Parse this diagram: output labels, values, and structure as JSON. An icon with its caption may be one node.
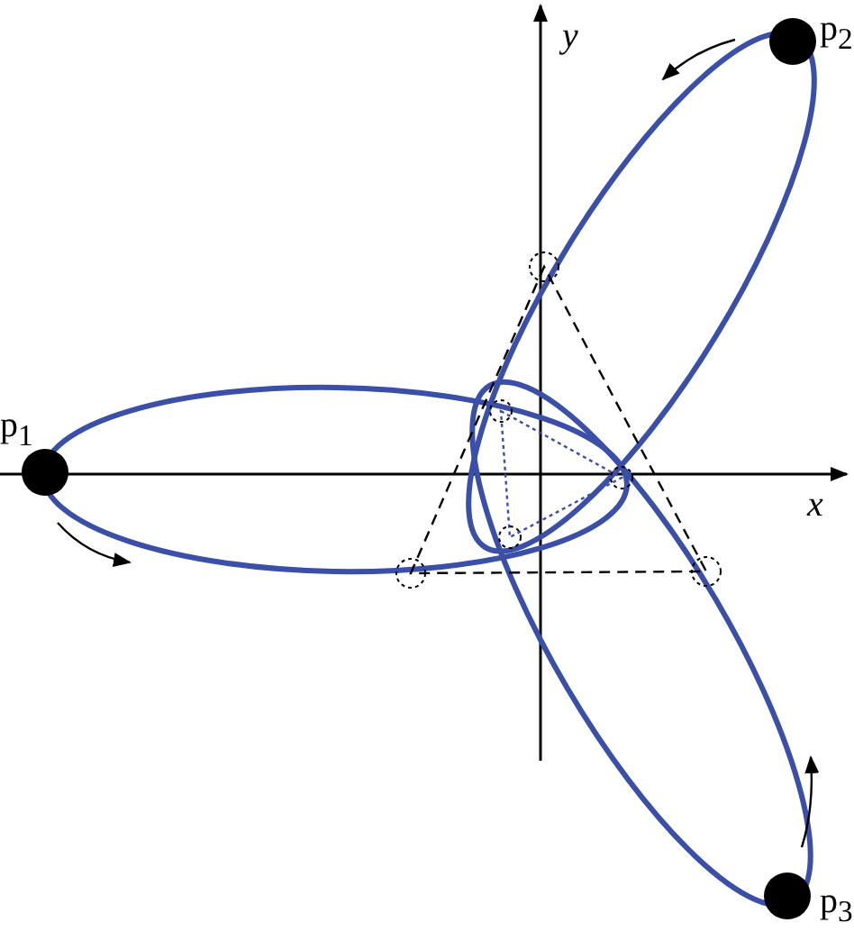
{
  "diagram": {
    "labels": [
      "y",
      "p$_{2}$",
      "p$_{1}$",
      "x",
      "p$_{3}$"
    ]
  }
}
